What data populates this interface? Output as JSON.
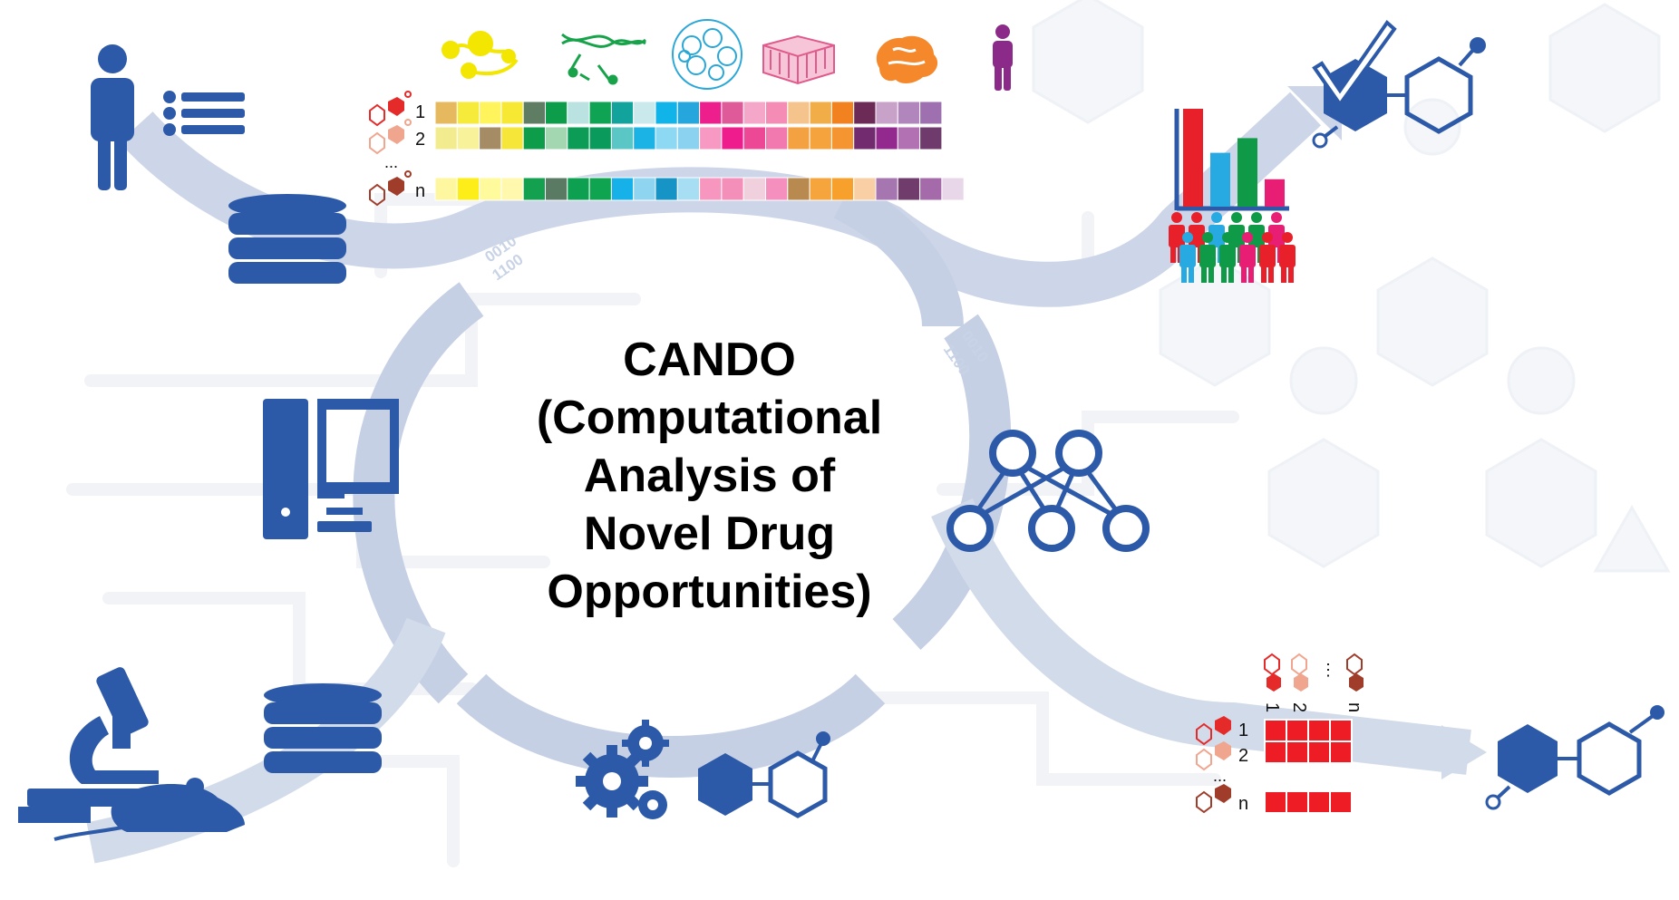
{
  "title": {
    "line1": "CANDO",
    "line2": "(Computational",
    "line3": "Analysis of",
    "line4": "Novel Drug",
    "line5": "Opportunities)"
  },
  "binary_a": "0010",
  "binary_b": "1100",
  "compound_labels": [
    "1",
    "2",
    "n"
  ],
  "ellipsis": "...",
  "vertical_ellipsis": "⋮",
  "colors": {
    "icon_blue": "#2d5aa8",
    "arrow_band": "#b9c6e0",
    "matrix_red": "#ee1c25",
    "bar_red": "#e8202a",
    "bar_blue": "#27a9e1",
    "bar_green": "#0f9a48",
    "bar_pink": "#e71e74"
  },
  "icons": [
    "person-list-icon",
    "database-icon",
    "computer-icon",
    "microscope-mouse-icon",
    "gears-icon",
    "neural-network-icon",
    "check-molecule-icon",
    "population-bar-chart-icon",
    "molecule-icon",
    "protein-structure-icon",
    "dna-icon",
    "cell-icon",
    "tissue-icon",
    "brain-icon",
    "human-icon"
  ],
  "signature_colors": [
    [
      "#e7b95f",
      "#f6ea3b",
      "#fff45c",
      "#f7e834",
      "#5e7d63",
      "#0d9c4a",
      "#b9e2e1",
      "#0fa454",
      "#12a39c",
      "#c9e9ec",
      "#10b4e9",
      "#25a6dc",
      "#ec1f8d",
      "#de5a98",
      "#f5a7ca",
      "#f48cb5",
      "#f5c48c",
      "#f1ad47",
      "#f2821f",
      "#6c2b56",
      "#c8a2c8",
      "#b086bd",
      "#9f70b0"
    ],
    [
      "#f3ec8f",
      "#f8f39b",
      "#a68c65",
      "#f5e639",
      "#0d9c4a",
      "#a3d7b2",
      "#0c9c56",
      "#0a9b5c",
      "#5bc6c6",
      "#1bb3e6",
      "#8dd8f2",
      "#8ad2ef",
      "#f799c3",
      "#ee1c8d",
      "#ec4896",
      "#f279af",
      "#f4a142",
      "#f5a43d",
      "#f49532",
      "#712b6e",
      "#93298e",
      "#b271b3",
      "#6f3b6d"
    ],
    [
      "#fff7a0",
      "#fdee1a",
      "#fffa9c",
      "#fff8ad",
      "#14a14f",
      "#5b7a63",
      "#0ca050",
      "#0fa450",
      "#16b1e8",
      "#8fd5f0",
      "#1694c6",
      "#a8def4",
      "#f797c0",
      "#f48fb9",
      "#f0d0dc",
      "#f58fbd",
      "#b88a4f",
      "#f5a53c",
      "#f7a12c",
      "#f9d0a5",
      "#a676b0",
      "#6f3c6c",
      "#a56aa9",
      "#e8d7e8"
    ]
  ],
  "bar_chart_values": [
    100,
    55,
    70,
    28
  ]
}
